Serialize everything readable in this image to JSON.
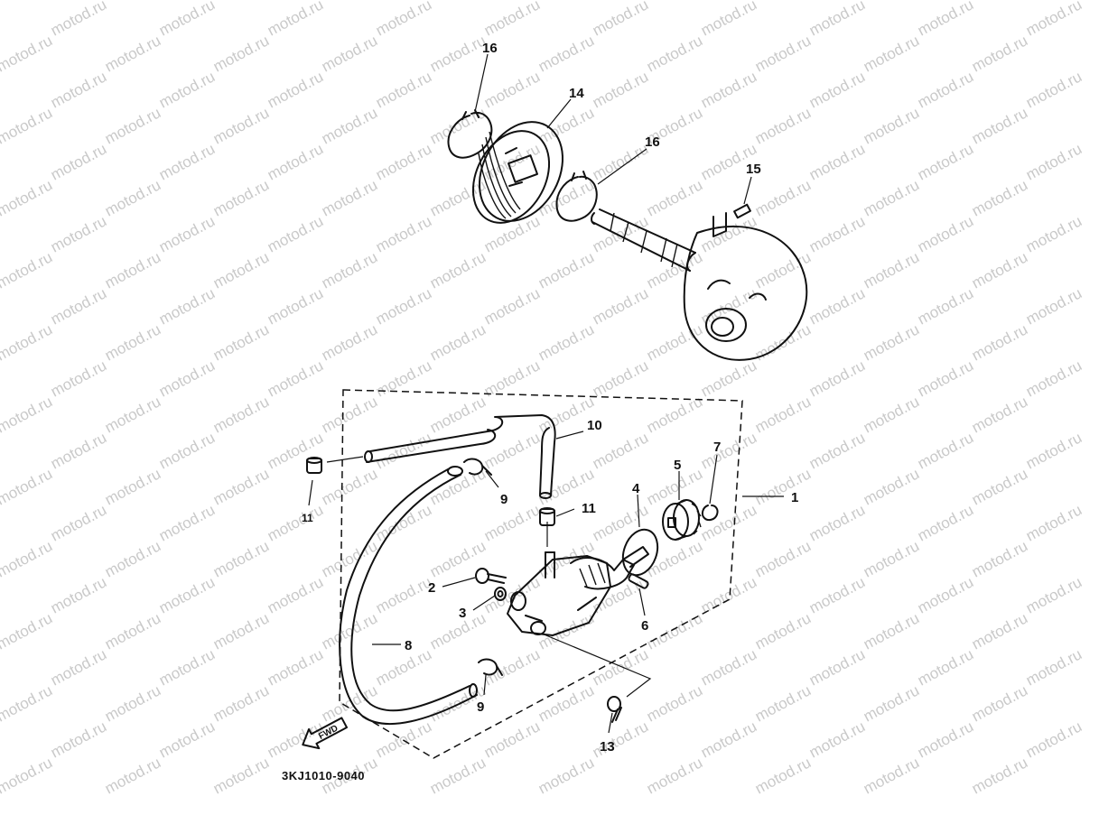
{
  "watermark": {
    "text": "motod.ru"
  },
  "diagram_code": "3KJ1010-9040",
  "fwd_label": "FWD",
  "callouts": [
    {
      "id": "c16a",
      "label": "16"
    },
    {
      "id": "c14",
      "label": "14"
    },
    {
      "id": "c16b",
      "label": "16"
    },
    {
      "id": "c15",
      "label": "15"
    },
    {
      "id": "c10",
      "label": "10"
    },
    {
      "id": "c1",
      "label": "1"
    },
    {
      "id": "c7",
      "label": "7"
    },
    {
      "id": "c5",
      "label": "5"
    },
    {
      "id": "c4",
      "label": "4"
    },
    {
      "id": "c9a",
      "label": "9"
    },
    {
      "id": "c11a",
      "label": "11"
    },
    {
      "id": "c11b",
      "label": "11"
    },
    {
      "id": "c2",
      "label": "2"
    },
    {
      "id": "c3",
      "label": "3"
    },
    {
      "id": "c6",
      "label": "6"
    },
    {
      "id": "c8",
      "label": "8"
    },
    {
      "id": "c9b",
      "label": "9"
    },
    {
      "id": "c13",
      "label": "13"
    }
  ]
}
